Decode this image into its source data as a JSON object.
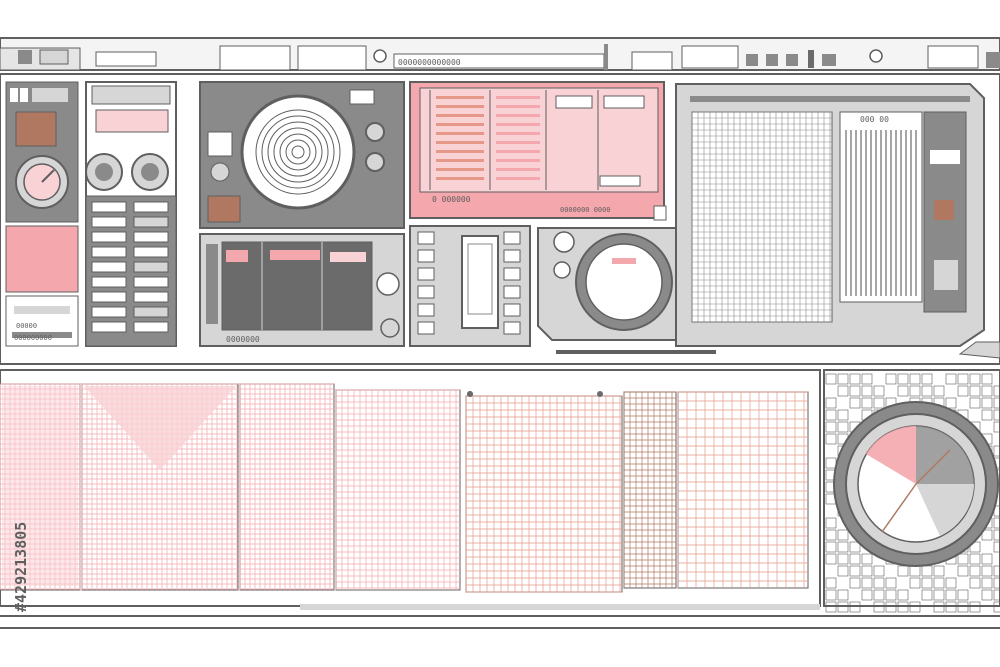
{
  "colors": {
    "background": "#ffffff",
    "outline": "#5f5f5f",
    "panel_gray": "#8a8a8a",
    "panel_dark": "#6b6b6b",
    "panel_light": "#d6d6d6",
    "accent_pink": "#f4a7ad",
    "accent_pink_light": "#f9d2d5",
    "accent_salmon": "#e59888",
    "accent_brown": "#b07861"
  },
  "icons": {
    "top_indicator": "circle-indicator-icon",
    "knob": "rotary-knob-icon",
    "dial": "round-dial-icon",
    "pie_gauge": "pie-gauge-icon"
  },
  "labels": {
    "header_code": "0000000000000",
    "small_code": "00000",
    "bottom_left_code": "000000000",
    "pink_panel_bottom": "0 000000",
    "pink_panel_footer": "0000000 0000",
    "mid_panel_caption": "0000000",
    "right_panel_title": "000 00",
    "watermark_id": "#429213805"
  }
}
